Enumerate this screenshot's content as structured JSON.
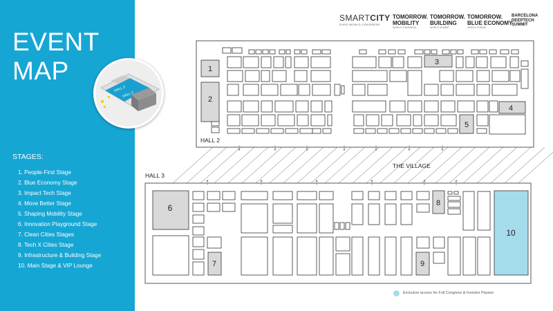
{
  "title_lines": [
    "EVENT",
    "MAP"
  ],
  "stages_heading": "STAGES:",
  "stages": [
    "1. People-First Stage",
    "2. Blue Economy Stage",
    "3. Impact Tech Stage",
    "4. Move Better Stage",
    "5. Shaping Mobility Stage",
    "6. Innovation Playground Stage",
    "7. Clean Cities Stages",
    "8. Tech X Cities Stage",
    "9. Infrastructure & Building Stage",
    "10. Main Stage & VIP Lounge"
  ],
  "brands": {
    "smartcity": {
      "name_light": "SMART",
      "name_bold": "CITY",
      "sub": "EXPO WORLD CONGRESS"
    },
    "mobility": {
      "line1": "TOMORROW.",
      "line2": "MOBILITY",
      "sub": "WORLD CONGRESS"
    },
    "building": {
      "line1": "TOMORROW.",
      "line2": "BUILDING",
      "sub": "WORLD SUMMIT"
    },
    "blue": {
      "line1": "TOMORROW.",
      "line2": "BLUE ECONOMY",
      "sub": "WORLD FORUM"
    },
    "deeptech": {
      "line1": "BARCELONA",
      "line2": "DEEPTECH",
      "line3": "SUMMIT"
    }
  },
  "halls": {
    "hall2": "HALL 2",
    "hall3": "HALL 3",
    "village": "THE VILLAGE"
  },
  "thumbnail_labels": [
    "HALL 3",
    "HALL 2"
  ],
  "stage_markers": [
    "1",
    "2",
    "3",
    "4",
    "5",
    "6",
    "7",
    "8",
    "9",
    "10"
  ],
  "legend": "Exclusive access for Full Congress & Investor Passes",
  "colors": {
    "sidebar": "#16a6d4",
    "stage_box": "#d9d9d9",
    "vip_area": "#a5dceb",
    "outline": "#333333"
  }
}
